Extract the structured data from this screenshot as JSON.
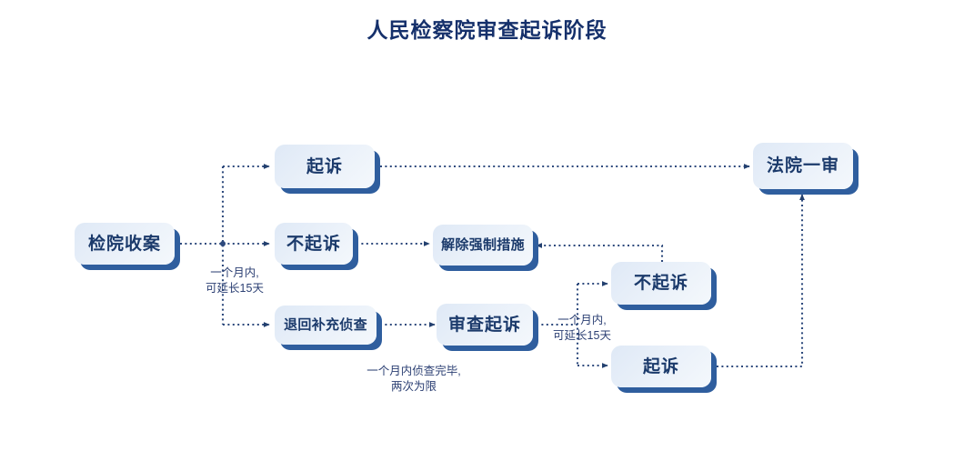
{
  "page": {
    "title": "人民检察院审查起诉阶段",
    "background_color": "#ffffff",
    "title_color": "#15306b",
    "node_fill": "#e9f0f9",
    "node_shadow_color": "#2f5e9e",
    "connector_color": "#2e4a7d"
  },
  "nodes": {
    "intake": {
      "label": "检院收案"
    },
    "prosecute_top": {
      "label": "起诉"
    },
    "no_prosecute_mid": {
      "label": "不起诉"
    },
    "release_measures": {
      "label": "解除强制措施"
    },
    "return_supplement": {
      "label": "退回补充侦查"
    },
    "review_prosecution": {
      "label": "审查起诉"
    },
    "no_prosecute_right": {
      "label": "不起诉"
    },
    "prosecute_right": {
      "label": "起诉"
    },
    "court_first_trial": {
      "label": "法院一审"
    }
  },
  "edge_labels": {
    "intake_time": "一个月内,\n可延长15天",
    "review_time": "一个月内,\n可延长15天",
    "supplement_time": "一个月内侦查完毕,\n两次为限"
  },
  "flow": {
    "edges": [
      {
        "from": "intake",
        "to": "prosecute_top",
        "style": "dotted-arrow"
      },
      {
        "from": "intake",
        "to": "no_prosecute_mid",
        "style": "dotted-arrow"
      },
      {
        "from": "intake",
        "to": "return_supplement",
        "style": "dotted-arrow"
      },
      {
        "from": "prosecute_top",
        "to": "court_first_trial",
        "style": "dotted-arrow"
      },
      {
        "from": "no_prosecute_mid",
        "to": "release_measures",
        "style": "dotted-arrow"
      },
      {
        "from": "return_supplement",
        "to": "review_prosecution",
        "style": "dotted-arrow"
      },
      {
        "from": "review_prosecution",
        "to": "no_prosecute_right",
        "style": "dotted-arrow"
      },
      {
        "from": "review_prosecution",
        "to": "prosecute_right",
        "style": "dotted-arrow"
      },
      {
        "from": "no_prosecute_right",
        "to": "release_measures",
        "style": "dotted-arrow"
      },
      {
        "from": "prosecute_right",
        "to": "court_first_trial",
        "style": "dotted-arrow"
      }
    ]
  }
}
